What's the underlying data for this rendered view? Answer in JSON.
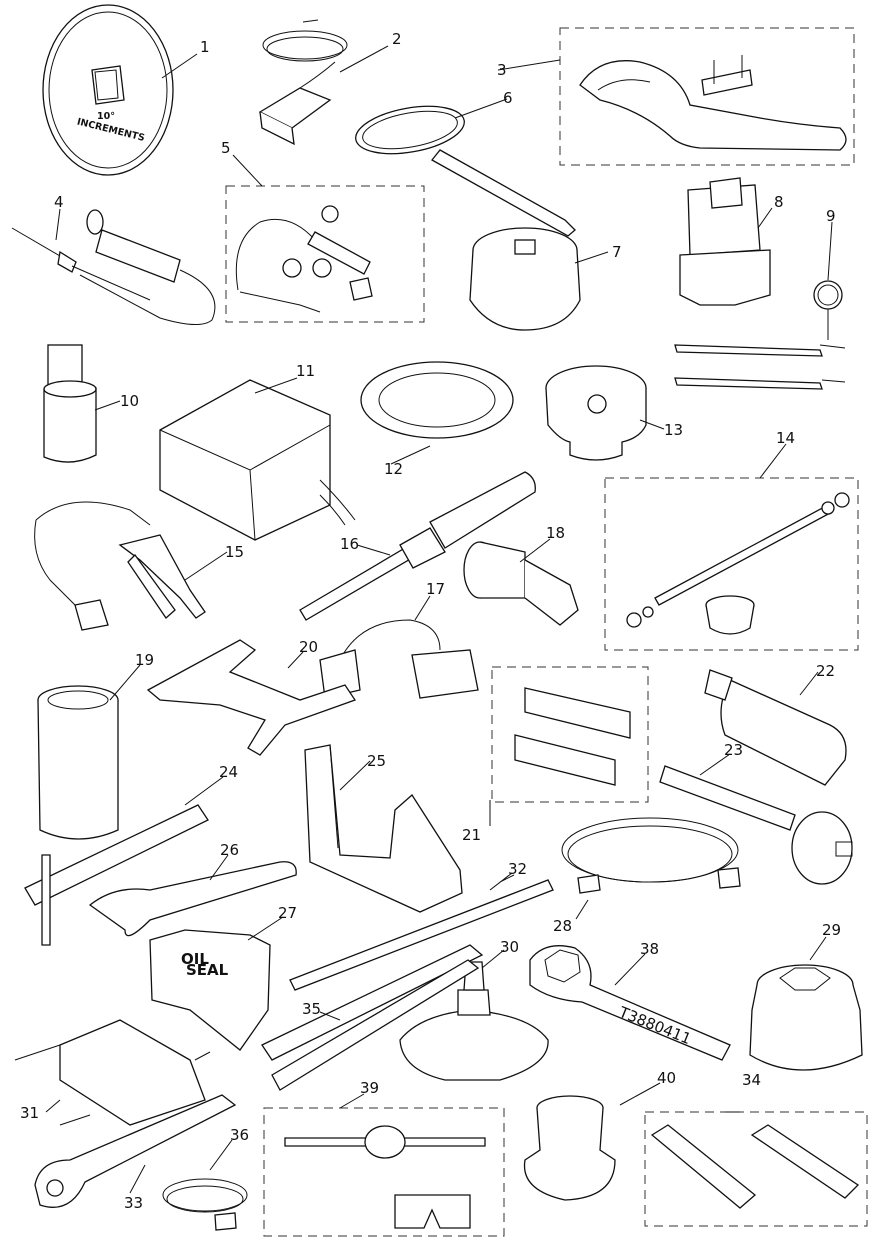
{
  "diagram": {
    "labels": [
      "1",
      "2",
      "3",
      "4",
      "5",
      "6",
      "7",
      "8",
      "9",
      "10",
      "11",
      "12",
      "13",
      "14",
      "15",
      "16",
      "17",
      "18",
      "19",
      "20",
      "21",
      "22",
      "23",
      "24",
      "25",
      "26",
      "27",
      "28",
      "29",
      "30",
      "31",
      "32",
      "33",
      "34",
      "35",
      "36",
      "38",
      "39",
      "40"
    ],
    "dial_text": {
      "degrees": "10°",
      "caption": "INCREMENTS"
    },
    "seal_text": {
      "line1": "OIL",
      "line2": "SEAL"
    },
    "wrench_mark": "T3880411"
  }
}
